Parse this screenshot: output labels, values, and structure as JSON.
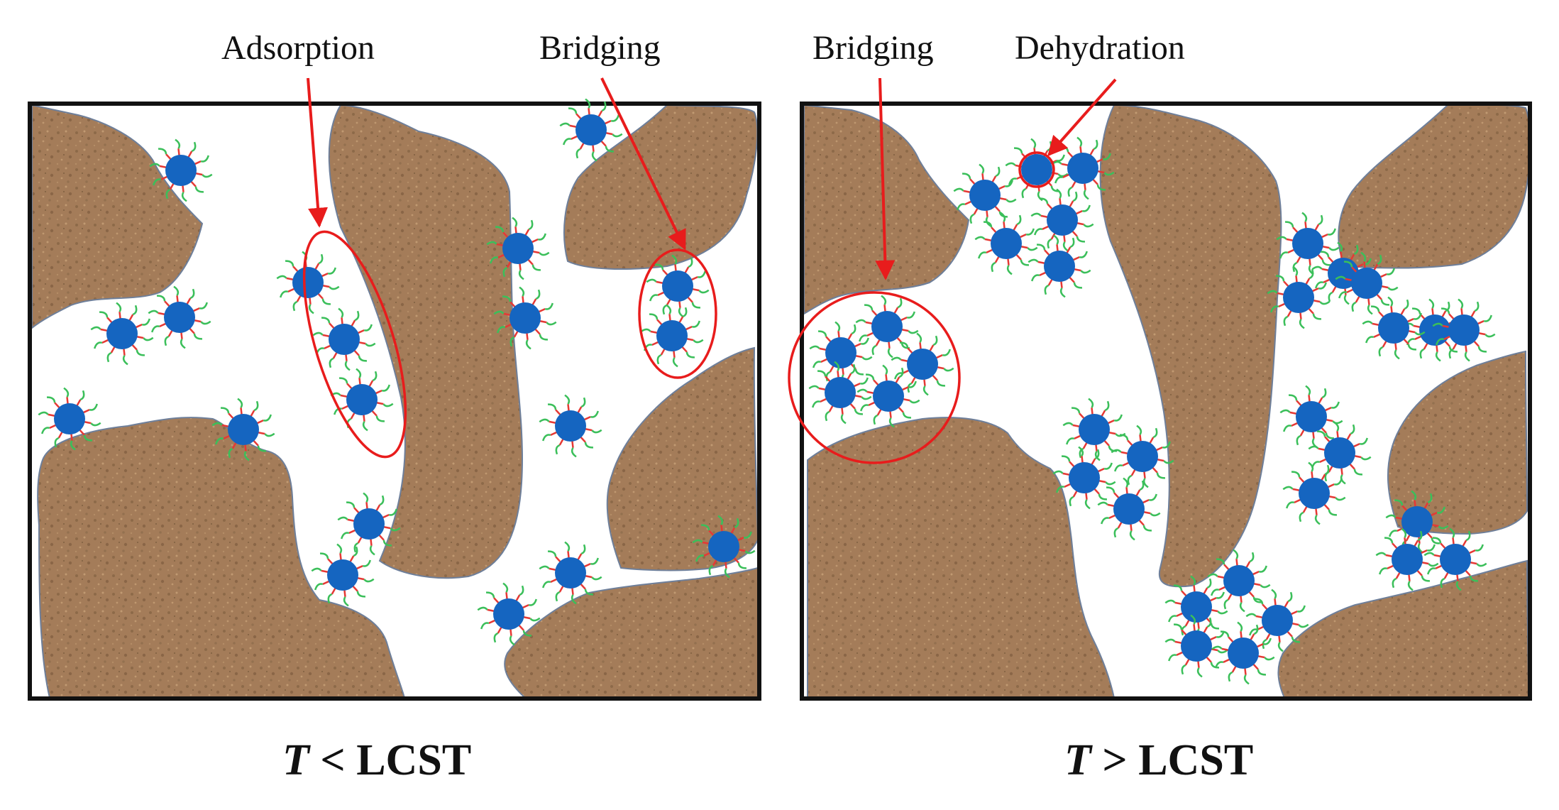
{
  "colors": {
    "particle": "#a37b58",
    "particle_edge": "#6e7f9a",
    "polymer_core": "#1565c0",
    "arm_red": "#e53935",
    "arm_green": "#3bbf5a",
    "annotation": "#e81c1c",
    "frame": "#111111"
  },
  "left_panel": {
    "labels": {
      "adsorption": "Adsorption",
      "bridging": "Bridging"
    },
    "caption": {
      "var": "T",
      "rest": " < LCST"
    }
  },
  "right_panel": {
    "labels": {
      "bridging": "Bridging",
      "dehydration": "Dehydration"
    },
    "caption": {
      "var": "T",
      "rest": " > LCST"
    }
  }
}
